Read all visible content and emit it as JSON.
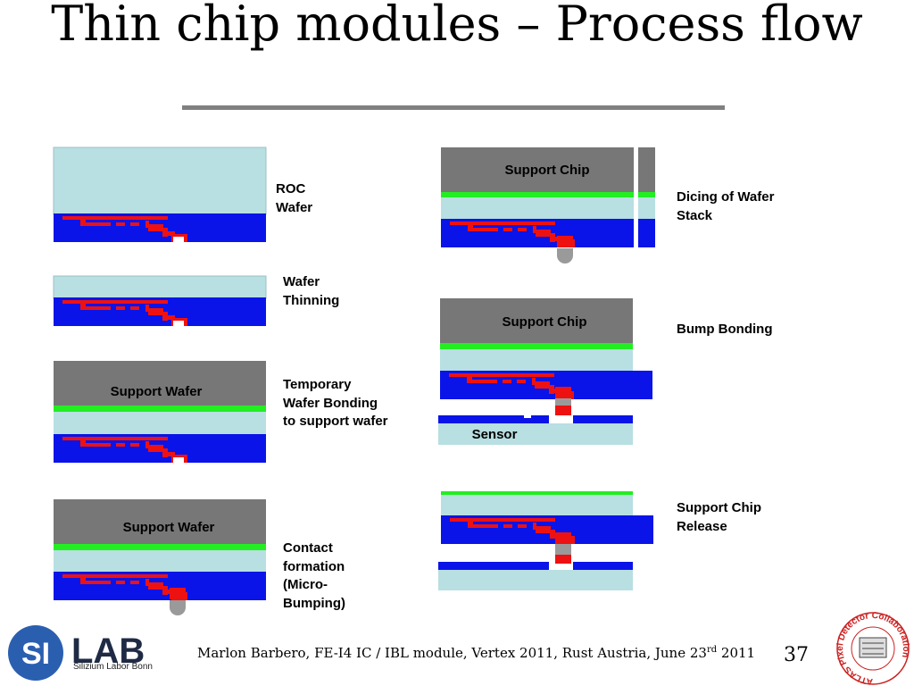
{
  "title": "Thin chip modules – Process flow",
  "steps": {
    "roc_wafer": "ROC\nWafer",
    "thinning": "Wafer\nThinning",
    "temp_bonding": "Temporary\nWafer Bonding\nto support wafer",
    "contact": "Contact\nformation\n(Micro-\nBumping)",
    "dicing": "Dicing of Wafer\nStack",
    "bump_bonding": "Bump Bonding",
    "release": "Support Chip\nRelease"
  },
  "inner_labels": {
    "support_wafer": "Support Wafer",
    "support_chip": "Support Chip",
    "sensor": "Sensor"
  },
  "footer": {
    "author_line_pre": "Marlon Barbero, FE-I4 IC / IBL module, Vertex 2011, Rust Austria, June 23",
    "author_line_sup": "rd",
    "author_line_post": " 2011",
    "page_number": "37",
    "logo_si": "SI",
    "logo_lab": "LAB",
    "logo_sub": "Silizium Labor Bonn",
    "seal_text": "ATLAS Pixel Detector Collaboration"
  },
  "colors": {
    "light_cyan": "#b8dfe2",
    "blue": "#0a14e8",
    "red": "#ee1111",
    "green": "#22ee22",
    "gray": "#7a7a7a",
    "bump_gray": "#9a9a9a"
  }
}
